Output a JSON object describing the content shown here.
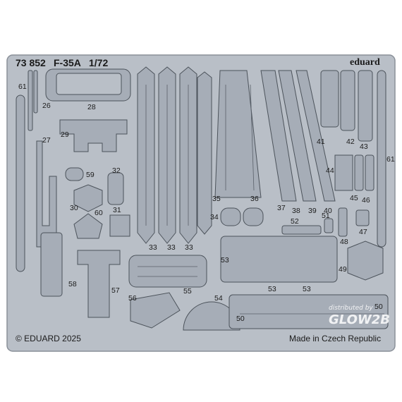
{
  "header": {
    "catalog_number": "73 852",
    "model": "F-35A",
    "scale": "1/72",
    "brand": "eduard"
  },
  "footer": {
    "copyright": "© EDUARD 2025",
    "origin": "Made in Czech Republic"
  },
  "watermark": {
    "line1": "distributed by",
    "line2": "GLOW2B"
  },
  "part_numbers": {
    "p26": "26",
    "p27": "27",
    "p28": "28",
    "p29": "29",
    "p30": "30",
    "p31": "31",
    "p32": "32",
    "p33a": "33",
    "p33b": "33",
    "p33c": "33",
    "p34": "34",
    "p35": "35",
    "p36": "36",
    "p37": "37",
    "p38": "38",
    "p39": "39",
    "p40": "40",
    "p41": "41",
    "p42": "42",
    "p43": "43",
    "p44": "44",
    "p45": "45",
    "p46": "46",
    "p47": "47",
    "p48": "48",
    "p49": "49",
    "p50a": "50",
    "p50b": "50",
    "p51": "51",
    "p52": "52",
    "p53a": "53",
    "p53b": "53",
    "p53c": "53",
    "p54": "54",
    "p55": "55",
    "p56": "56",
    "p57": "57",
    "p58": "58",
    "p59": "59",
    "p60": "60",
    "p61a": "61",
    "p61b": "61"
  },
  "colors": {
    "fret": "#b9bfc7",
    "part": "#a5acb6",
    "outline": "#4f555d",
    "background": "#ffffff"
  }
}
